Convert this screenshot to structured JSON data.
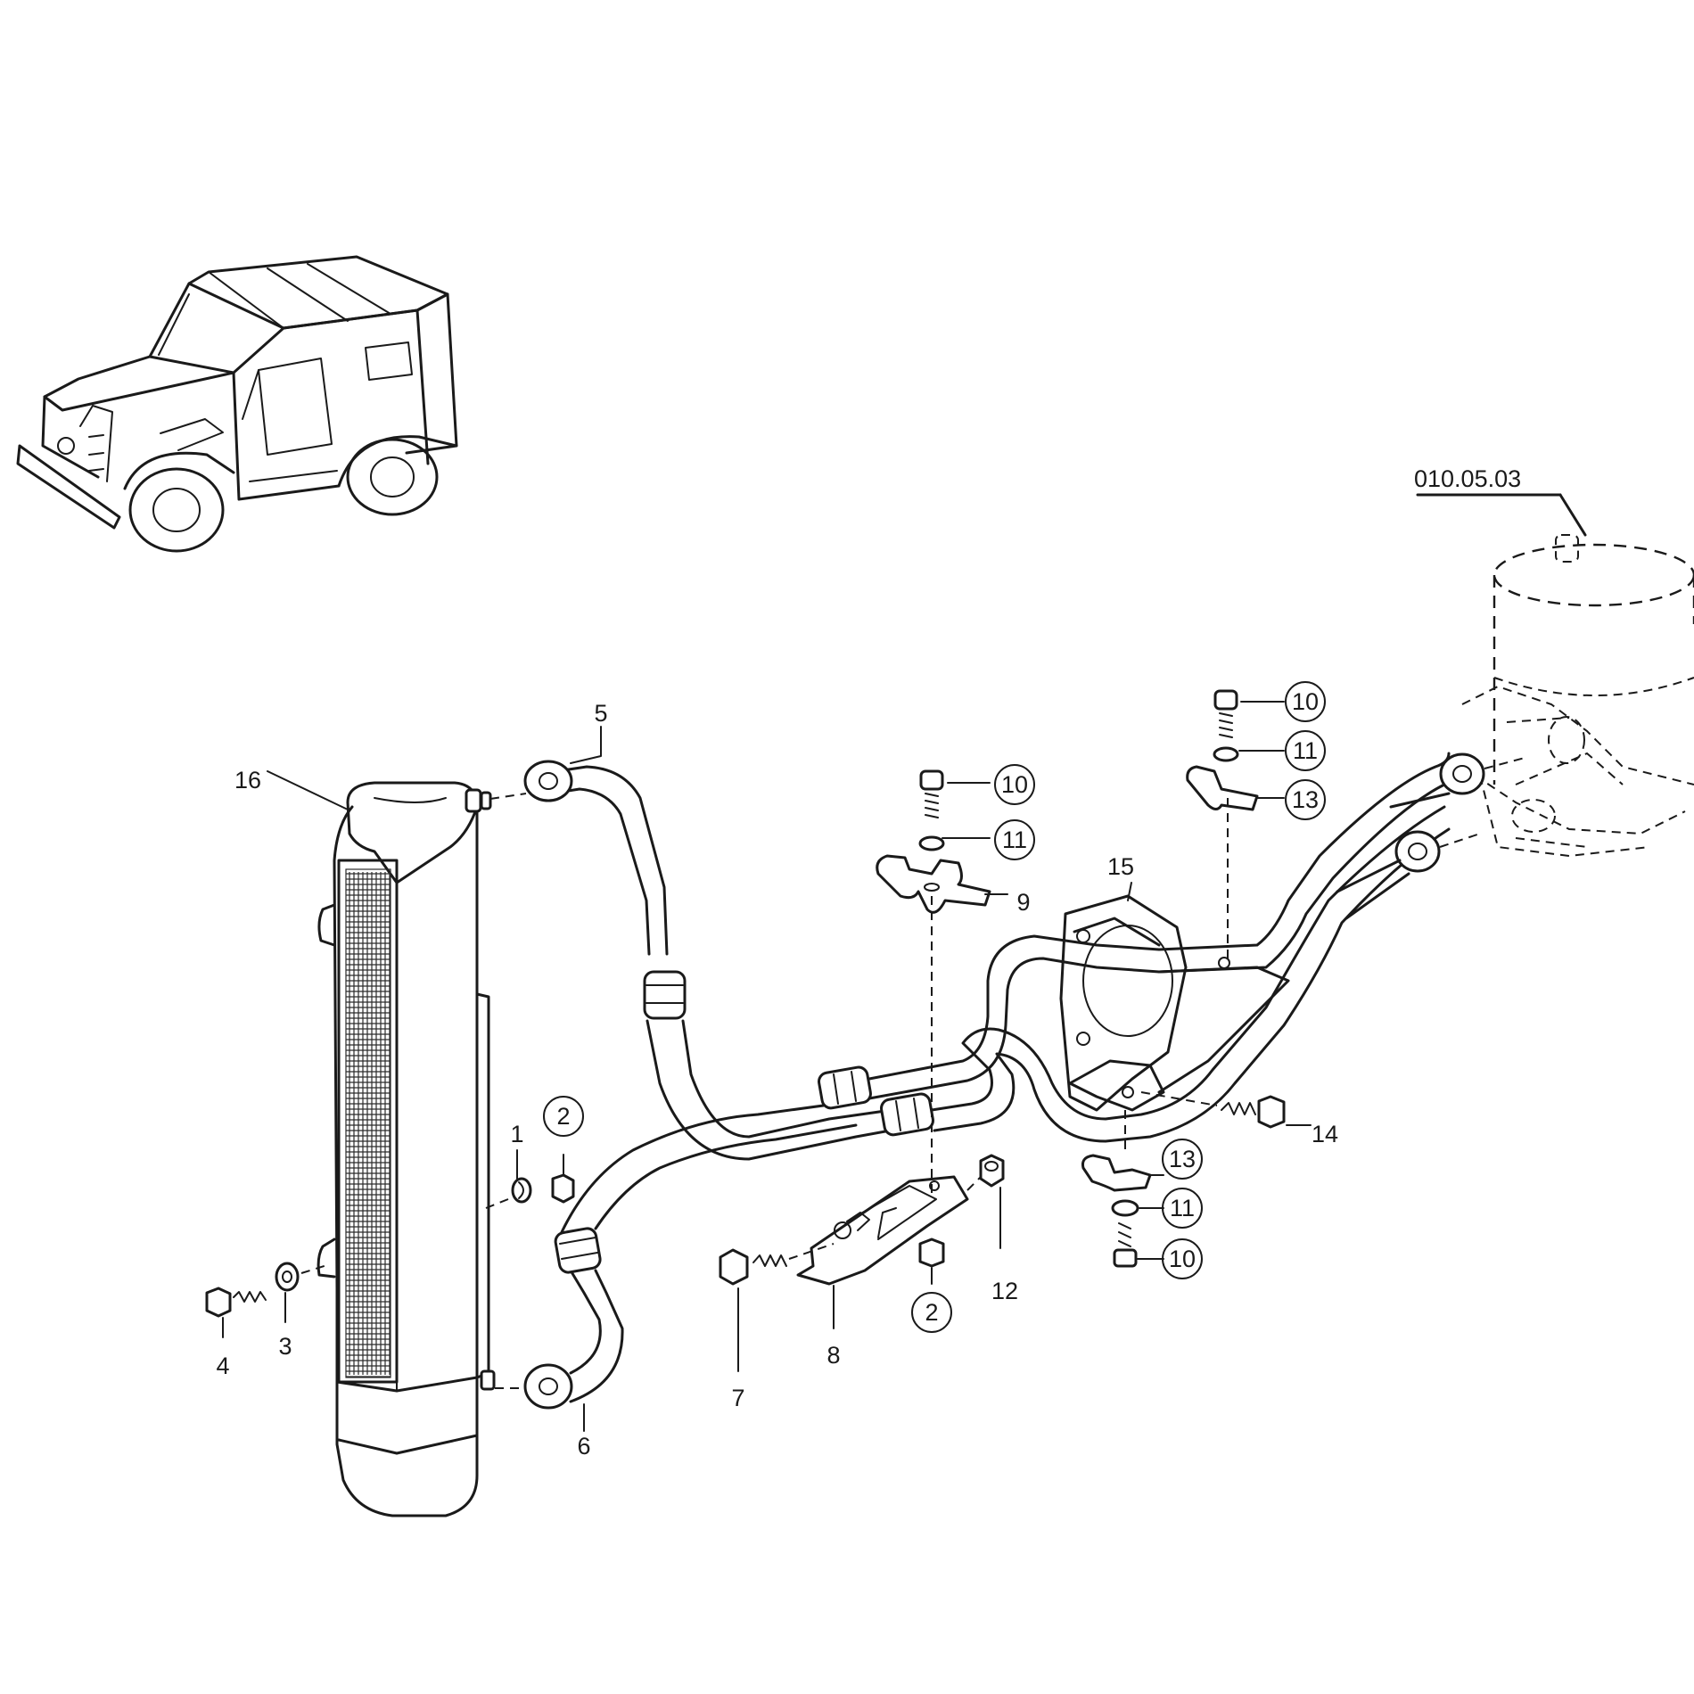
{
  "reference_label": "010.05.03",
  "callouts": [
    {
      "id": "c1",
      "text": "1",
      "circled": false
    },
    {
      "id": "c2a",
      "text": "2",
      "circled": true
    },
    {
      "id": "c2b",
      "text": "2",
      "circled": true
    },
    {
      "id": "c3",
      "text": "3",
      "circled": false
    },
    {
      "id": "c4",
      "text": "4",
      "circled": false
    },
    {
      "id": "c5",
      "text": "5",
      "circled": false
    },
    {
      "id": "c6",
      "text": "6",
      "circled": false
    },
    {
      "id": "c7",
      "text": "7",
      "circled": false
    },
    {
      "id": "c8",
      "text": "8",
      "circled": false
    },
    {
      "id": "c9",
      "text": "9",
      "circled": false
    },
    {
      "id": "c10a",
      "text": "10",
      "circled": true
    },
    {
      "id": "c10b",
      "text": "10",
      "circled": true
    },
    {
      "id": "c10c",
      "text": "10",
      "circled": true
    },
    {
      "id": "c11a",
      "text": "11",
      "circled": true
    },
    {
      "id": "c11b",
      "text": "11",
      "circled": true
    },
    {
      "id": "c11c",
      "text": "11",
      "circled": true
    },
    {
      "id": "c12",
      "text": "12",
      "circled": false
    },
    {
      "id": "c13a",
      "text": "13",
      "circled": true
    },
    {
      "id": "c13b",
      "text": "13",
      "circled": true
    },
    {
      "id": "c14",
      "text": "14",
      "circled": false
    },
    {
      "id": "c15",
      "text": "15",
      "circled": false
    },
    {
      "id": "c16",
      "text": "16",
      "circled": false
    }
  ]
}
